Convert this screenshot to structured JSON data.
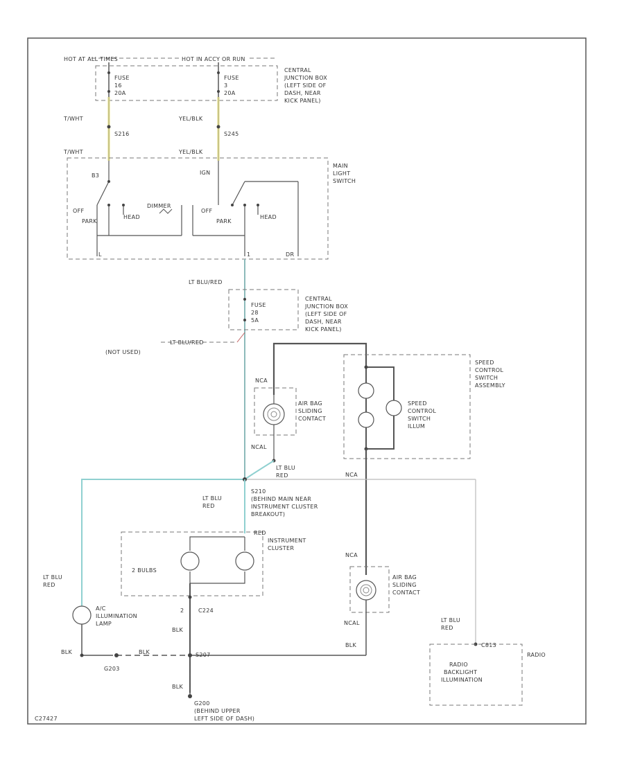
{
  "title": "",
  "header_left": "HOT AT ALL TIMES",
  "header_right": "HOT IN ACCY OR RUN",
  "fuse1": {
    "name": "FUSE",
    "number": "16",
    "rating": "20A"
  },
  "fuse2": {
    "name": "FUSE",
    "number": "3",
    "rating": "20A"
  },
  "cjb_top": [
    "CENTRAL",
    "JUNCTION BOX",
    "(LEFT SIDE OF",
    "DASH, NEAR",
    "KICK PANEL)"
  ],
  "wire_tan_wht": "T/WHT",
  "wire_yel_blk": "YEL/BLK",
  "splice_s216": "S216",
  "splice_s245": "S245",
  "switch_b3": "B3",
  "switch_ign": "IGN",
  "main_light_switch": [
    "MAIN",
    "LIGHT",
    "SWITCH"
  ],
  "pos_off": "OFF",
  "pos_park": "PARK",
  "pos_head": "HEAD",
  "dimmer": "DIMMER",
  "pin_l": "L",
  "pin_1": "1",
  "pin_dr": "DR",
  "wire_lt_blu_red": "LT BLU/RED",
  "fuse3": {
    "name": "FUSE",
    "number": "28",
    "rating": "5A"
  },
  "cjb_mid": [
    "CENTRAL",
    "JUNCTION BOX",
    "(LEFT SIDE OF",
    "DASH, NEAR",
    "KICK PANEL)"
  ],
  "not_used": "(NOT USED)",
  "lt_blu_red_branch": "LT BLU/RED",
  "nca": "NCA",
  "air_bag_upper": [
    "AIR BAG",
    "SLIDING",
    "CONTACT"
  ],
  "ncal": "NCAL",
  "speed_control_assy": [
    "SPEED",
    "CONTROL",
    "SWITCH",
    "ASSEMBLY"
  ],
  "speed_control_illum": [
    "SPEED",
    "CONTROL",
    "SWITCH",
    "ILLUM"
  ],
  "lt_blu": "LT BLU",
  "red": "RED",
  "splice_s210": [
    "S210",
    "(BEHIND MAIN NEAR",
    "INSTRUMENT CLUSTER",
    "BREAKOUT)"
  ],
  "red_label": "RED",
  "instr_cluster": [
    "INSTRUMENT",
    "CLUSTER"
  ],
  "bulbs": "2 BULBS",
  "air_bag_lower": [
    "AIR BAG",
    "SLIDING",
    "CONTACT"
  ],
  "ac_illum": [
    "A/C",
    "ILLUMINATION",
    "LAMP"
  ],
  "c224": "C224",
  "pin_2": "2",
  "blk": "BLK",
  "g203": "G203",
  "s207": "S207",
  "c813": "C813",
  "radio": "RADIO",
  "radio_backlight": [
    "RADIO",
    "BACKLIGHT",
    "ILLUMINATION"
  ],
  "g200": [
    "G200",
    "(BEHIND UPPER",
    "LEFT SIDE OF DASH)"
  ],
  "diagram_id": "C27427",
  "colors": {
    "line": "#555555",
    "dash": "#777777",
    "yellow": "#e8e07a",
    "cyan": "#8fd0d0",
    "text": "#333333"
  }
}
